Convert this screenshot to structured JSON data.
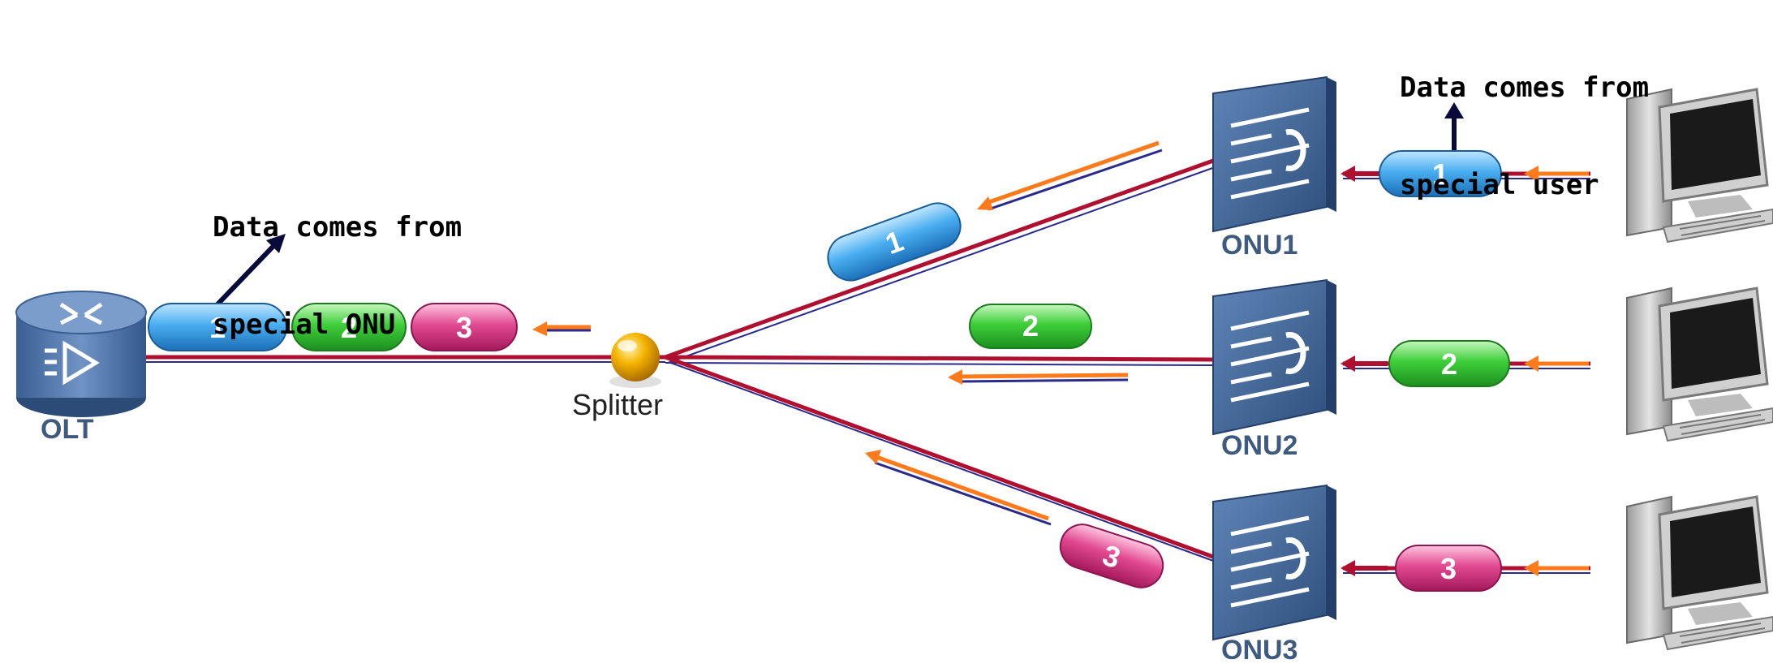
{
  "notes": {
    "onu_note_line1": "Data comes from",
    "onu_note_line2": "special ONU",
    "user_note_line1": "Data comes from",
    "user_note_line2": "special user"
  },
  "devices": {
    "olt": "OLT",
    "splitter": "Splitter",
    "onu1": "ONU1",
    "onu2": "ONU2",
    "onu3": "ONU3"
  },
  "packets": {
    "p1": "1",
    "p2": "2",
    "p3": "3"
  },
  "colors": {
    "fiber_red": "#b01030",
    "fiber_blue": "#2a2a8a",
    "arrow_orange": "#ff7a1a",
    "packet_blue": "#3aa6e8",
    "packet_green": "#39c53c",
    "packet_pink": "#e0408a",
    "device_blue": "#3b5f8f"
  }
}
